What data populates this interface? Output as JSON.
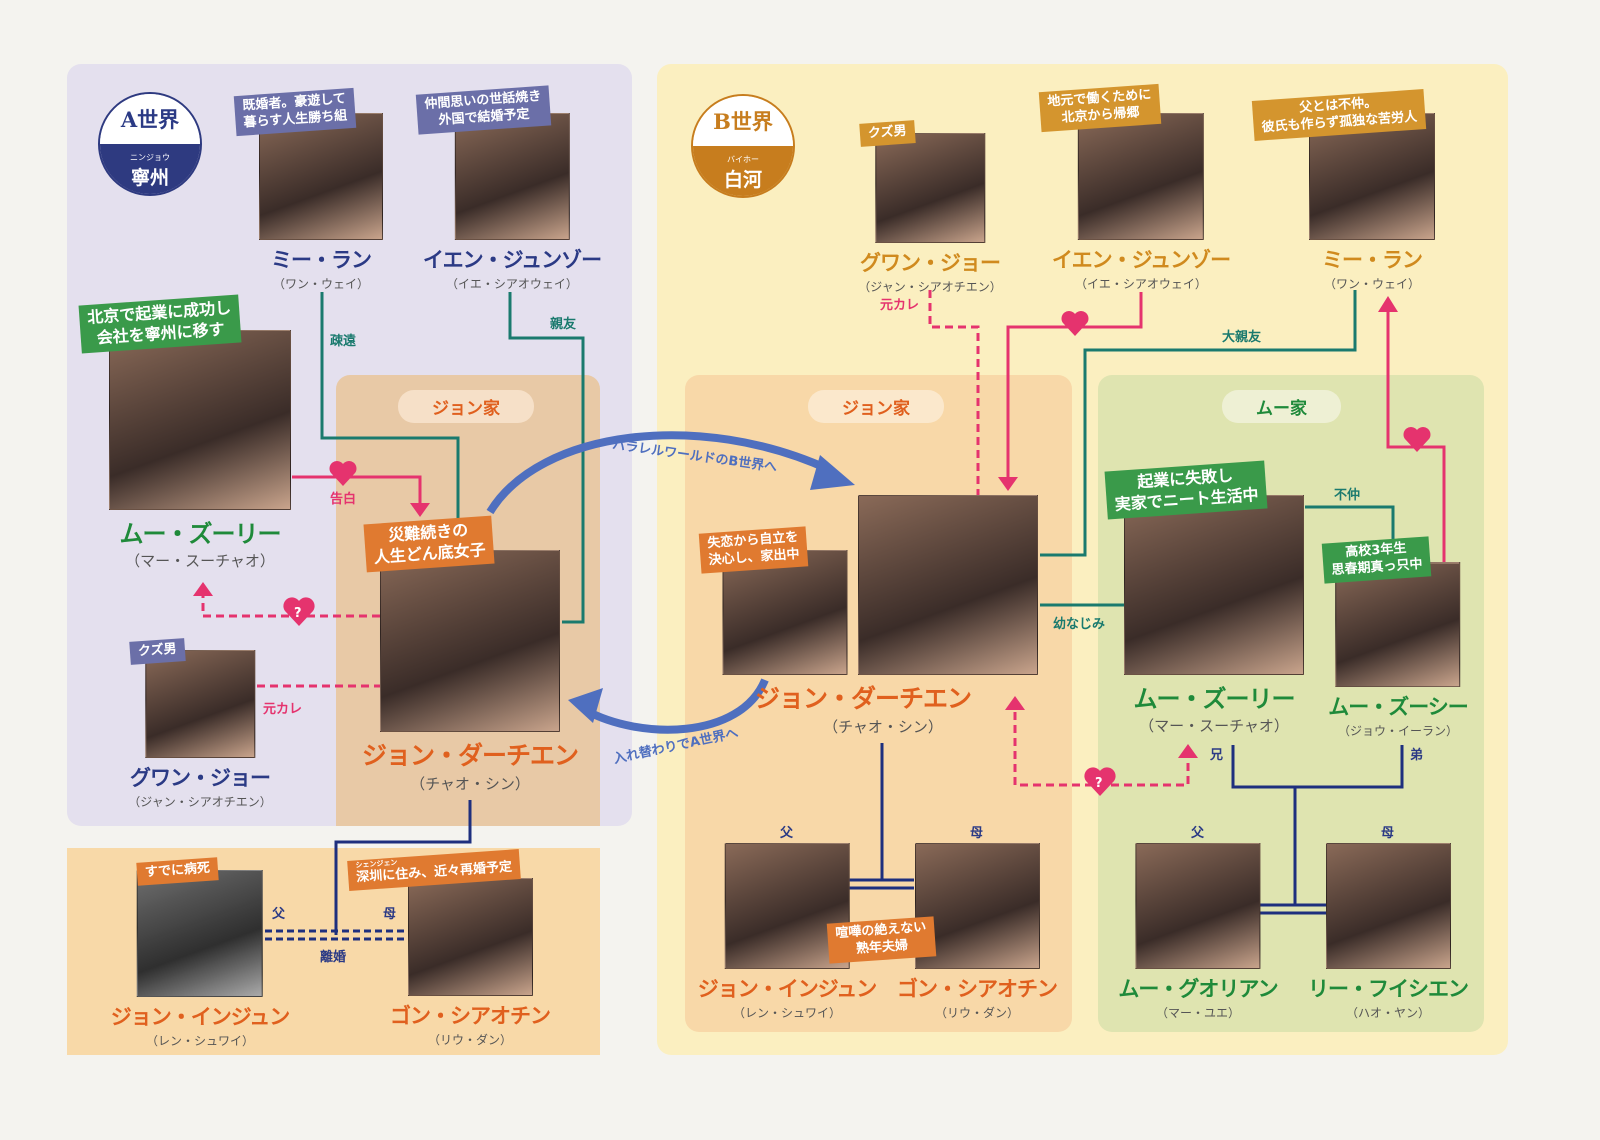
{
  "worlds": {
    "a": {
      "title": "A世界",
      "ruby": "ニンジョウ",
      "city": "寧州"
    },
    "b": {
      "title": "B世界",
      "ruby": "バイホー",
      "city": "白河"
    }
  },
  "families": {
    "zhuang_a": "ジョン家",
    "zhuang_b": "ジョン家",
    "mu": "ムー家"
  },
  "characters": {
    "a_milan": {
      "name": "ミー・ラン",
      "actor": "（ワン・ウェイ）",
      "tag": "既婚者。豪遊して\n暮らす人生勝ち組"
    },
    "a_yian": {
      "name": "イエン・ジュンゾー",
      "actor": "（イエ・シアオウェイ）",
      "tag": "仲間思いの世話焼き\n外国で結婚予定"
    },
    "a_mu": {
      "name": "ムー・ズーリー",
      "actor": "（マー・スーチャオ）",
      "tag": "北京で起業に成功し\n会社を寧州に移す"
    },
    "a_guan": {
      "name": "グワン・ジョー",
      "actor": "（ジャン・シアオチエン）",
      "tag": "クズ男"
    },
    "a_zhuang": {
      "name": "ジョン・ダーチエン",
      "actor": "（チャオ・シン）",
      "tag": "災難続きの\n人生どん底女子"
    },
    "a_father": {
      "name": "ジョン・インジュン",
      "actor": "（レン・シュワイ）",
      "tag": "すでに病死"
    },
    "a_mother": {
      "name": "ゴン・シアオチン",
      "actor": "（リウ・ダン）",
      "tag_ruby": "シェンジェン",
      "tag": "深圳に住み、近々再婚予定"
    },
    "b_guan": {
      "name": "グワン・ジョー",
      "actor": "（ジャン・シアオチエン）",
      "tag": "クズ男"
    },
    "b_yian": {
      "name": "イエン・ジュンゾー",
      "actor": "（イエ・シアオウェイ）",
      "tag": "地元で働くために\n北京から帰郷"
    },
    "b_milan": {
      "name": "ミー・ラン",
      "actor": "（ワン・ウェイ）",
      "tag": "父とは不仲。\n彼氏も作らず孤独な苦労人"
    },
    "b_self": {
      "tag": "失恋から自立を\n決心し、家出中"
    },
    "b_zhuang": {
      "name": "ジョン・ダーチエン",
      "actor": "（チャオ・シン）"
    },
    "b_mu": {
      "name": "ムー・ズーリー",
      "actor": "（マー・スーチャオ）",
      "tag": "起業に失敗し\n実家でニート生活中"
    },
    "b_muxi": {
      "name": "ムー・ズーシー",
      "actor": "（ジョウ・イーラン）",
      "tag": "高校3年生\n思春期真っ只中"
    },
    "b_father": {
      "name": "ジョン・インジュン",
      "actor": "（レン・シュワイ）"
    },
    "b_mother": {
      "name": "ゴン・シアオチン",
      "actor": "（リウ・ダン）"
    },
    "b_couple_tag": "喧嘩の絶えない\n熟年夫婦",
    "mu_father": {
      "name": "ムー・グオリアン",
      "actor": "（マー・ユエ）"
    },
    "mu_mother": {
      "name": "リー・フイシエン",
      "actor": "（ハオ・ヤン）"
    }
  },
  "relations": {
    "estranged": "疎遠",
    "best_friend": "親友",
    "confession": "告白",
    "ex_a": "元カレ",
    "ex_b": "元カレ",
    "to_b": "パラレルワールドのB世界へ",
    "to_a": "入れ替わりでA世界へ",
    "great_friend": "大親友",
    "childhood": "幼なじみ",
    "bad_terms": "不仲",
    "father": "父",
    "mother": "母",
    "divorce": "離婚",
    "elder": "兄",
    "younger": "弟"
  },
  "colors": {
    "teal": "#1a7a6e",
    "pink": "#e5336e",
    "navy": "#1e2f7e",
    "blue": "#4f6fbf"
  }
}
